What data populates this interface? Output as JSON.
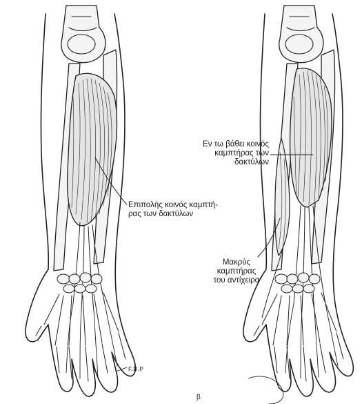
{
  "labels": {
    "fdp_deep": [
      "Εν τω βάθει κοινός",
      "καμπτήρας των",
      "δακτύλων"
    ],
    "fds": [
      "Επιπολής κοινός καμπτή-",
      "ρας των δακτύλων"
    ],
    "fpl": [
      "Μακρύς",
      "καμπτήρας",
      "του αντίχειρα"
    ],
    "fdp_abbr": "F.D.P",
    "panel_b": "β"
  },
  "icons": {
    "left_forearm": "forearm-superficial-flexors-illustration",
    "right_forearm": "forearm-deep-flexors-illustration"
  },
  "colors": {
    "ink": "#1f1f1f",
    "background": "#ffffff",
    "bone_fill": "#f4f4f4",
    "muscle_fill": "#e6e6e6"
  }
}
